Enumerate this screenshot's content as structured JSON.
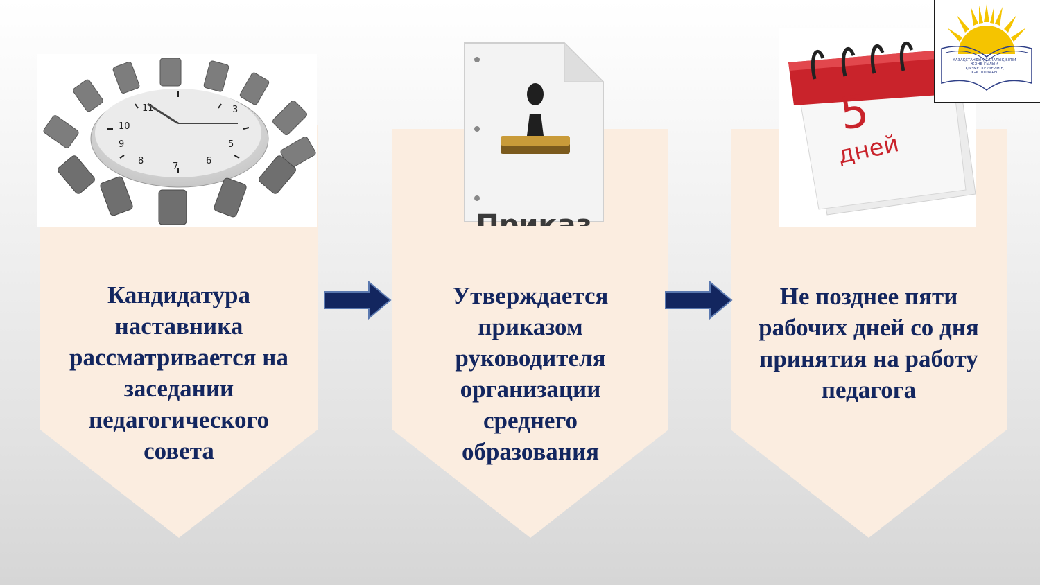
{
  "steps": [
    {
      "text": "Кандидатура наставника рассматривается на заседании педагогического совета",
      "image": "round-table-clock"
    },
    {
      "text": "Утверждается приказом руководителя организации среднего образования",
      "image": "order-stamp-document"
    },
    {
      "text": "Не позднее пяти рабочих дней со дня принятия на работу педагога",
      "image": "calendar-5-days"
    }
  ],
  "images": {
    "order_label": "Приказ",
    "calendar_number": "5",
    "calendar_word": "дней"
  },
  "logo": {
    "icon": "sun-book-logo",
    "text": "ҚАЗАҚСТАНДЫҚ САЛАЛЫҚ БІЛІМ ЖӘНЕ ҒЫЛЫМ ҚЫЗМЕТКЕРЛЕРІНІҢ КӘСІПОДАҒЫ"
  },
  "colors": {
    "panel_fill": "#fbede0",
    "text": "#13265f",
    "arrow": "#13265f",
    "arrow_outline": "#5b79b0",
    "calendar_red": "#c9232b"
  }
}
